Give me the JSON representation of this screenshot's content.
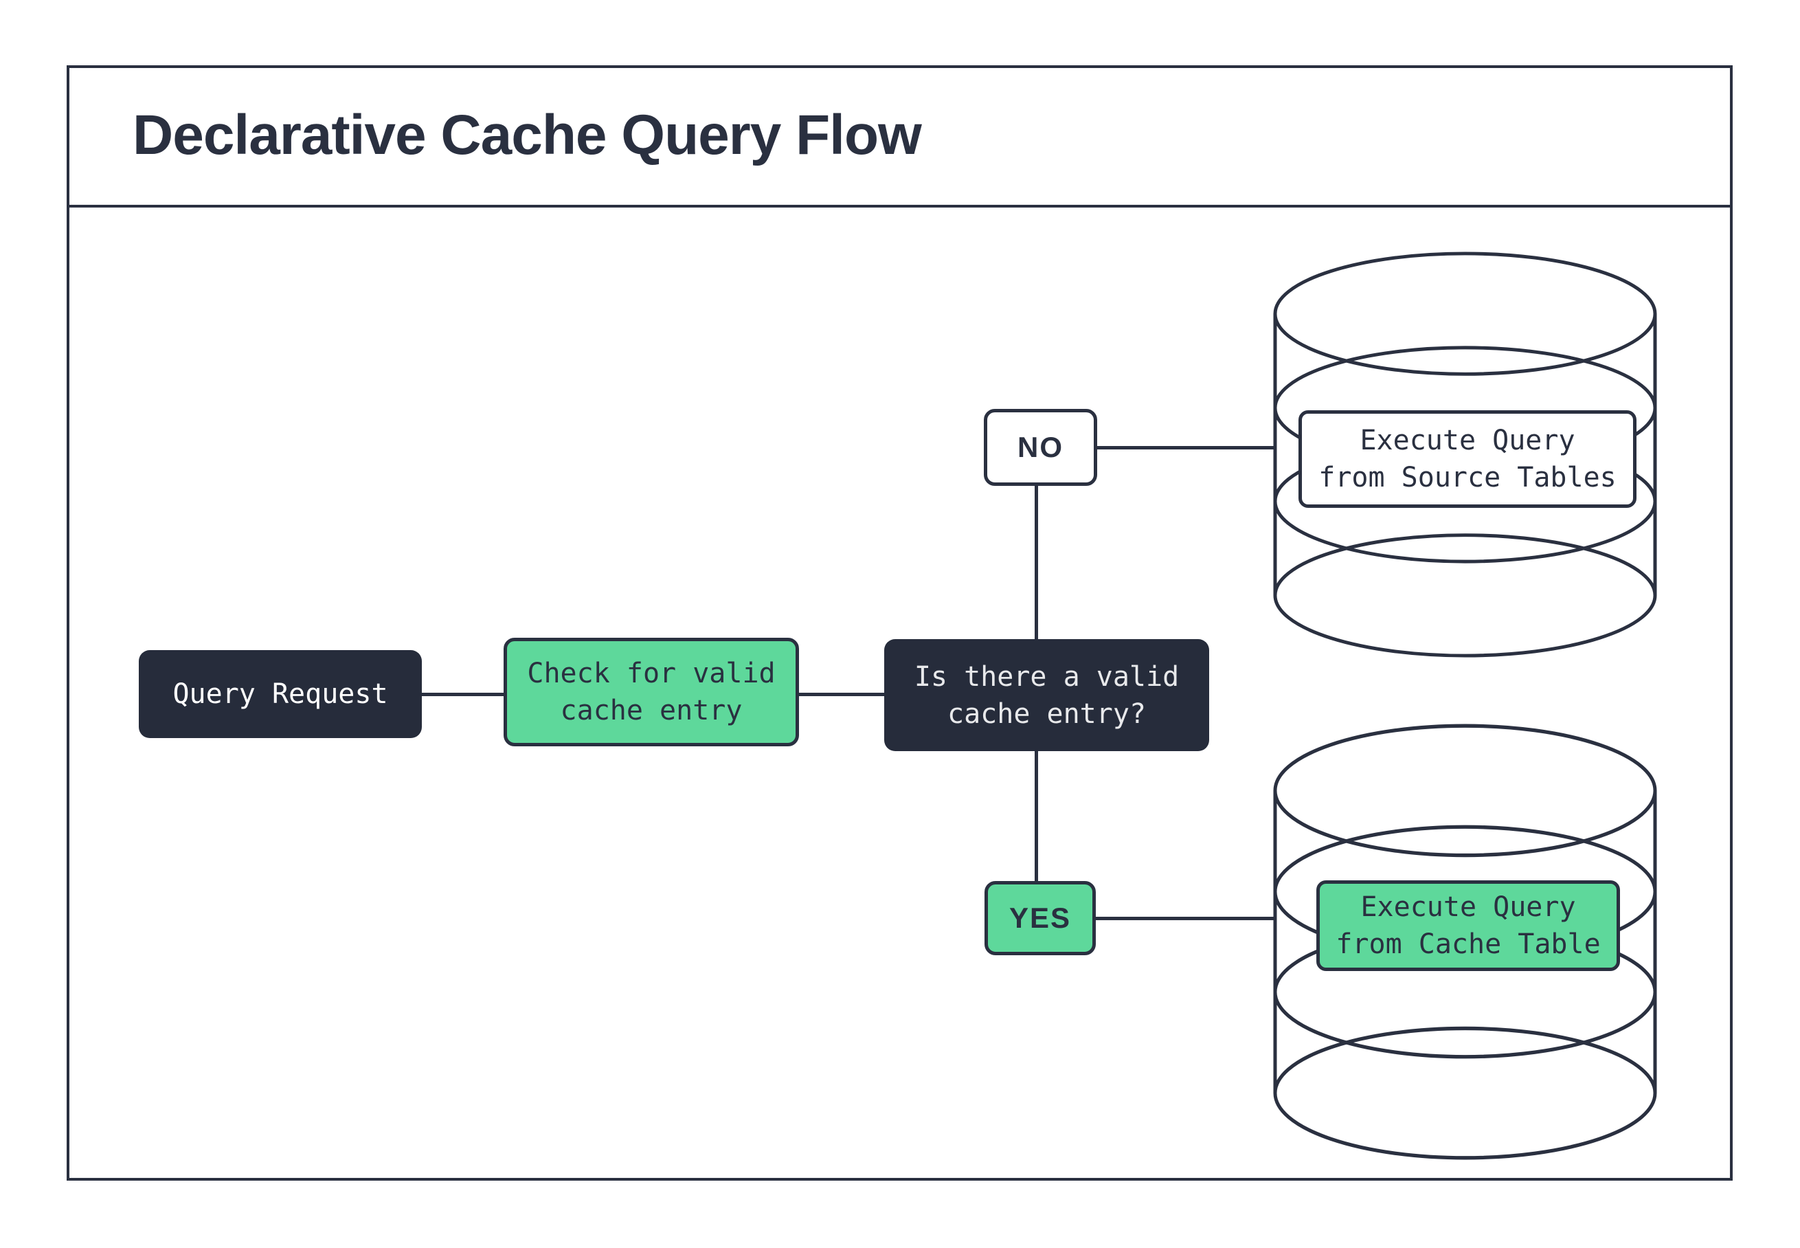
{
  "title": "Declarative Cache Query Flow",
  "theme": {
    "bg": "#ffffff",
    "ink": "#2a3040",
    "node_dark": "#262c3b",
    "node_green": "#5ed89b",
    "node_white": "#ffffff",
    "light_text": "#e8e9eb"
  },
  "flow": {
    "query_request": {
      "label": "Query Request"
    },
    "check_cache": {
      "lines": [
        "Check for valid",
        "cache entry"
      ]
    },
    "decision": {
      "lines": [
        "Is there a valid",
        "cache entry?"
      ]
    },
    "edge_no": {
      "label": "NO"
    },
    "edge_yes": {
      "label": "YES"
    },
    "source_db": {
      "lines": [
        "Execute Query",
        "from Source Tables"
      ]
    },
    "cache_db": {
      "lines": [
        "Execute Query",
        "from Cache Table"
      ]
    }
  }
}
